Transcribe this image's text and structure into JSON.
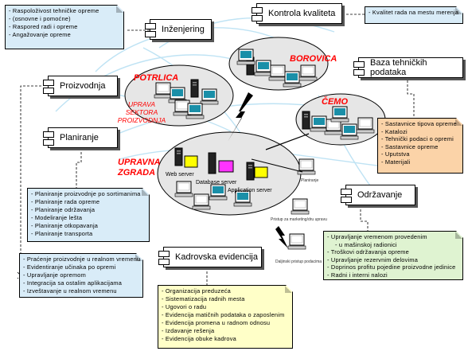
{
  "modules": {
    "inzenjering": "Inženjering",
    "kontrola": "Kontrola kvaliteta",
    "proizvodnja": "Proizvodnja",
    "planiranje": "Planiranje",
    "baza": "Baza tehničkih podataka",
    "odrzavanje": "Održavanje",
    "kadrovska": "Kadrovska evidencija"
  },
  "sites": {
    "borovica": "BOROVICA",
    "potrlica": "POTRLICA",
    "potrlica_sub": [
      "UPRAVA",
      "SEKTORA",
      "PROIZVODNJA"
    ],
    "cemo": "ČEMO",
    "upravna": [
      "UPRAVNA",
      "ZGRADA"
    ]
  },
  "servers": {
    "web": "Web server",
    "database": "Database server",
    "application": "Application server",
    "planiranje_pc": "Planiranje",
    "pristup": "Pristup za marketing/dru upravu",
    "daljinski": "Daljinski pristup podacima"
  },
  "notes": {
    "inzenjering": [
      "Raspoloživost tehničke opreme",
      "(osnovne i pomoćne)",
      "Raspored radi i opreme",
      "Angažovanje opreme"
    ],
    "kontrola": [
      "Kvalitet rada na mestu merenja"
    ],
    "baza": [
      "Sastavnice tipova opreme",
      "Katalozi",
      "Tehnički podaci o opremi",
      "Sastavnice opreme",
      "Uputstva",
      "Materijali"
    ],
    "planiranje": [
      "Planiranje proizvodnje po sortimanima",
      "Planiranje rada opreme",
      "Planiranje održavanja",
      "Modeliranje lešta",
      "Planiranje otkopavanja",
      "Planiranje transporta"
    ],
    "proizvodnja": [
      "Praćenje proizvodnje u realnom vremenu",
      "Evidentiranje učinaka po opremi",
      "Upravljanje opremom",
      "Integracija sa ostalim aplikacijama",
      "Izveštavanje u realnom vremenu"
    ],
    "odrzavanje": [
      "Upravljanje vremenom provedenim",
      "u mašinskoj radionici",
      "Troškovi održavanja opreme",
      "Upravljanje rezervnim delovima",
      "Doprinos profitu pojedine proizvodne jedinice",
      "Radni i interni nalozi"
    ],
    "kadrovska": [
      "Organizacija preduzeća",
      "Sistematizacija radnih mesta",
      "Ugovori o radu",
      "Evidencija matičnih podataka o zaposlenim",
      "Evidencija promena u radnom odnosu",
      "Izdavanje rešenja",
      "Evidencija obuke kadrova"
    ]
  },
  "colors": {
    "note_blue": "#d9ecf8",
    "note_orange": "#fbd3a8",
    "note_green": "#dff3d1",
    "note_yellow": "#ffffc8",
    "site_red": "#ff0000",
    "lightning": "#000000",
    "arc_blue": "#bfe3f4",
    "monitor_teal": "#1aa7a7"
  }
}
